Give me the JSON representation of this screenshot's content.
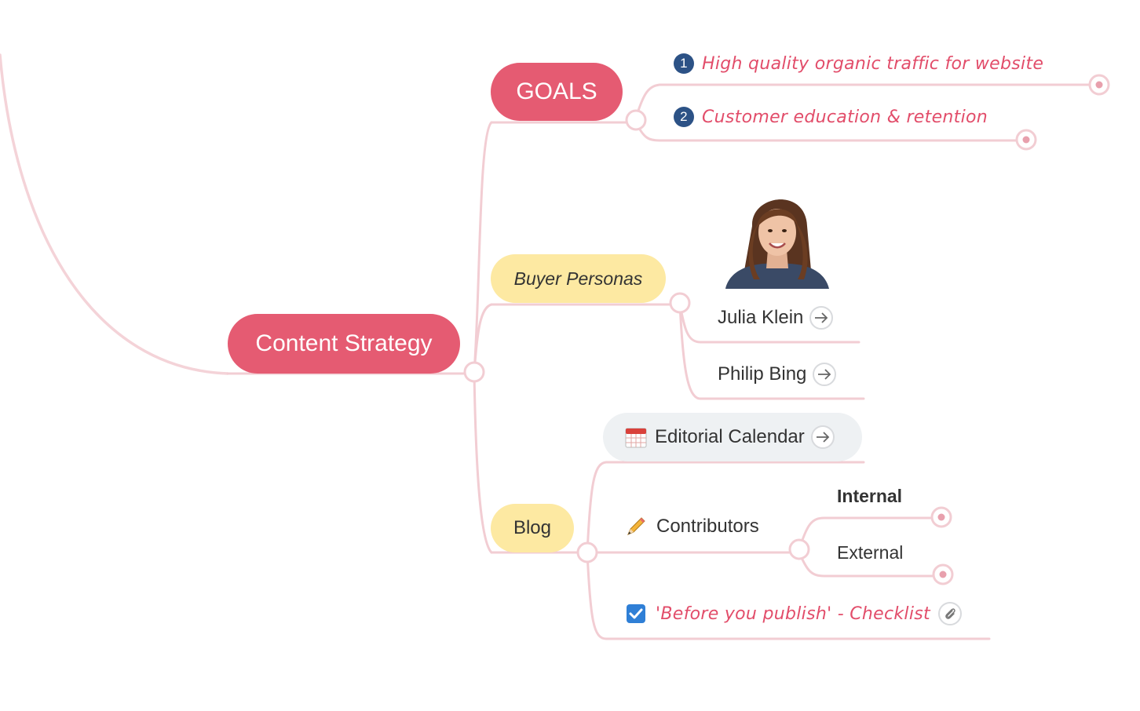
{
  "mindmap": {
    "root": {
      "label": "Content Strategy"
    },
    "goals": {
      "label": "GOALS",
      "items": [
        {
          "number": "1",
          "label": "High quality organic traffic for website"
        },
        {
          "number": "2",
          "label": "Customer education & retention"
        }
      ]
    },
    "personas": {
      "label": "Buyer Personas",
      "items": [
        {
          "label": "Julia Klein"
        },
        {
          "label": "Philip Bing"
        }
      ]
    },
    "blog": {
      "label": "Blog",
      "calendar": {
        "label": "Editorial Calendar"
      },
      "contributors": {
        "label": "Contributors",
        "internal": "Internal",
        "external": "External"
      },
      "checklist": {
        "label": "'Before you publish' - Checklist"
      }
    }
  },
  "colors": {
    "accent": "#e55b72",
    "link": "#f2cdd3",
    "highlight": "#fde9a2",
    "badge": "#2c5286",
    "handwriting": "#e24d6a"
  }
}
